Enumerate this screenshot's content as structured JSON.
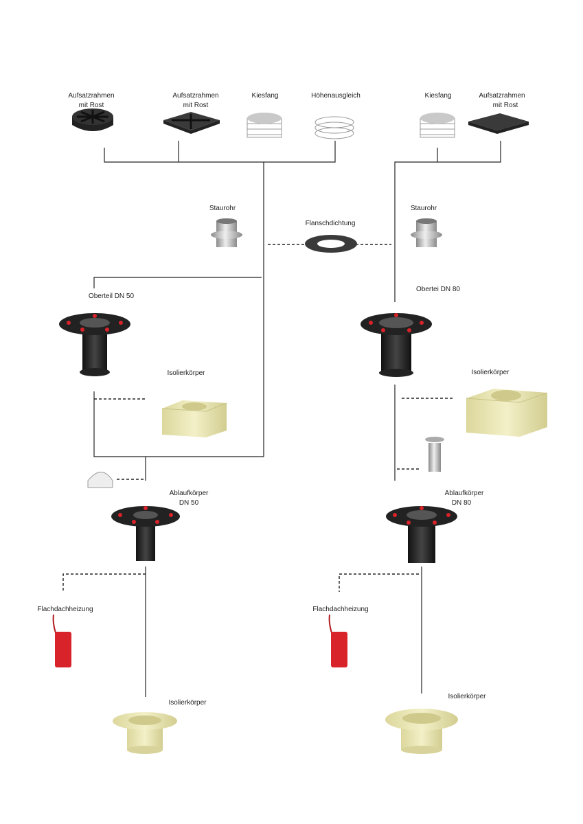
{
  "title": "Flachdachablauf System DN 50 / DN 80",
  "left_top": [
    {
      "line1": "Aufsatzrahmen",
      "line2": "mit Rost",
      "icon": "round-grate-icon"
    },
    {
      "line1": "Aufsatzrahmen",
      "line2": "mit Rost",
      "icon": "square-grate-icon"
    },
    {
      "line1": "Kiesfang",
      "icon": "gravel-guard-icon"
    },
    {
      "line1": "Höhenausgleich",
      "icon": "height-adjuster-icon"
    }
  ],
  "right_top": [
    {
      "line1": "Kiesfang",
      "icon": "gravel-guard-icon"
    },
    {
      "line1": "Aufsatzrahmen",
      "line2": "mit Rost",
      "icon": "square-grate-icon"
    }
  ],
  "staurohr_left": "Staurohr",
  "staurohr_right": "Staurohr",
  "flanschdichtung": "Flanschdichtung",
  "oberteil_dn50": "Oberteil DN 50",
  "oberteil_dn80": "Obertei DN 80",
  "isolier_upper_left": "Isolierkörper",
  "isolier_upper_right": "Isolierkörper",
  "ablauf_dn50": {
    "line1": "Ablaufkörper",
    "line2": "DN 50"
  },
  "ablauf_dn80": {
    "line1": "Ablaufkörper",
    "line2": "DN 80"
  },
  "heizung_left": "Flachdachheizung",
  "heizung_right": "Flachdachheizung",
  "isolier_lower_left": "Isolierkörper",
  "isolier_lower_right": "Isolierkörper",
  "colors": {
    "line": "#222222",
    "black_part": "#1e1e1e",
    "red_accent": "#d8232a",
    "insulation": "#ece8b4",
    "steel": "#b9b9b9"
  }
}
